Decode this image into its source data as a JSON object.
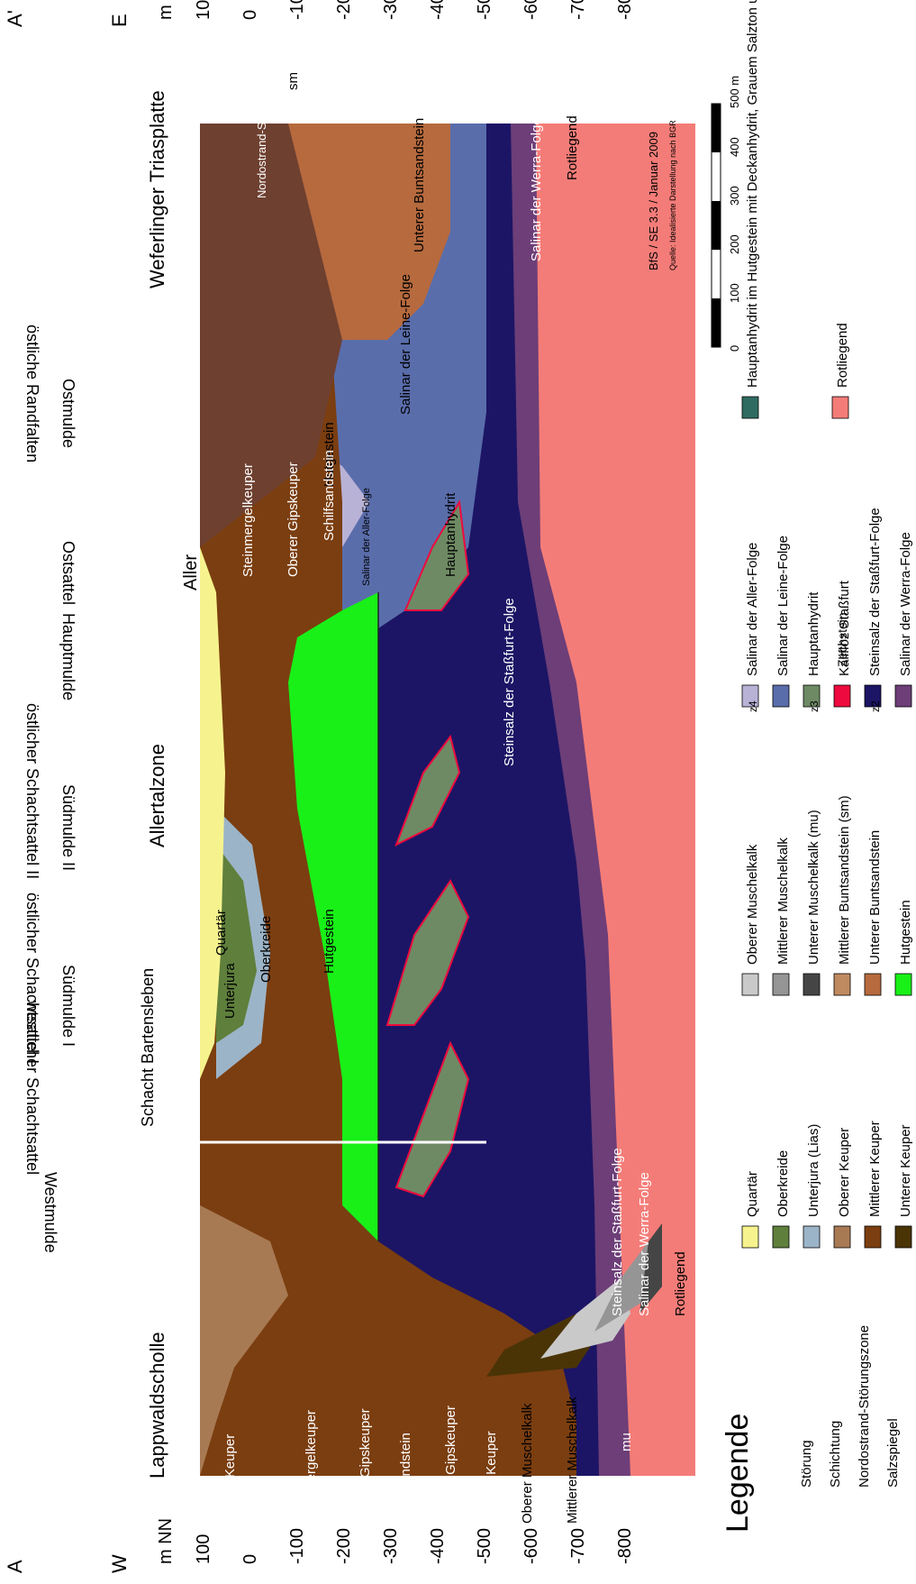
{
  "section": {
    "west": {
      "letter": "A",
      "dir": "W"
    },
    "east": {
      "letter": "A'",
      "dir": "E"
    },
    "axis_unit": "m NN",
    "depth_ticks": [
      "100",
      "0",
      "-100",
      "-200",
      "-300",
      "-400",
      "-500",
      "-600",
      "-700",
      "-800"
    ]
  },
  "regions": {
    "lappwald": "Lappwaldscholle",
    "allertal": "Allertalzone",
    "weferlingen": "Weferlinger Triasplatte",
    "aller": "Aller",
    "schacht": "Schacht Bartensleben"
  },
  "top_labels": {
    "westmulde": "Westmulde",
    "w_schachtsattel": "westlicher Schachtsattel",
    "suedmulde1": "Südmulde I",
    "oe_schachtsattel1": "östlicher Schachtsattel I",
    "suedmulde2": "Südmulde II",
    "oe_schachtsattel2": "östlicher Schachtsattel II",
    "hauptmulde": "Hauptmulde",
    "ostsattel": "Ostsattel",
    "ostmulde": "Ostmulde",
    "randfalten": "östliche Randfalten"
  },
  "units": {
    "oberer_keuper": "Oberer Keuper",
    "steinmergelkeuper": "Steinmergelkeuper",
    "oberer_gipskeuper": "Oberer Gipskeuper",
    "schilfsandstein": "Schilfsandstein",
    "unterer_gipskeuper": "Unterer Gipskeuper",
    "unterer_keuper": "Unterer Keuper",
    "oberer_muschelkalk": "Oberer Muschelkalk",
    "mittlerer_muschelkalk": "Mittlerer Muschelkalk",
    "mu": "mu",
    "steinsalz_stassfurt": "Steinsalz der Staßfurt-Folge",
    "salinar_werra": "Salinar der Werra-Folge",
    "rotliegend": "Rotliegend",
    "unterjura": "Unterjura",
    "oberkreide": "Oberkreide",
    "quartaer": "Quartär",
    "hutgestein": "Hutgestein",
    "hauptanhydrit": "Hauptanhydrit",
    "hauptanhydrit_small": "Hauptanhydrit im Hutgestein",
    "salinar_aller": "Salinar der Aller-Folge",
    "salinar_leine": "Salinar der Leine-Folge",
    "unterer_buntsandstein": "Unterer Buntsandstein",
    "sm": "sm",
    "stoerungszone": "Nordostrand-Störungszone Mittlerer Keuper bis Unterer Muschelkalk"
  },
  "credit": {
    "line1": "BfS / SE 3.3 / Januar 2009",
    "line2": "Quelle: Idealisierte Darstellung nach BGR"
  },
  "scalebar": {
    "ticks": [
      "0",
      "100",
      "200",
      "300",
      "400",
      "500 m"
    ]
  },
  "legend": {
    "title": "Legende",
    "line_items": [
      "Störung",
      "Schichtung",
      "Nordostrand-Störungszone",
      "Salzspiegel"
    ],
    "col1": [
      {
        "label": "Quartär",
        "color": "#f6f38e"
      },
      {
        "label": "Oberkreide",
        "color": "#5f7f3c"
      },
      {
        "label": "Unterjura (Lias)",
        "color": "#9cb4c8"
      },
      {
        "label": "Oberer Keuper",
        "color": "#a87a54"
      },
      {
        "label": "Mittlerer Keuper",
        "color": "#7b3e10"
      },
      {
        "label": "Unterer Keuper",
        "color": "#4a3406"
      }
    ],
    "col2": [
      {
        "label": "Oberer Muschelkalk",
        "color": "#c9c9c9"
      },
      {
        "label": "Mittlerer Muschelkalk",
        "color": "#959595"
      },
      {
        "label": "Unterer Muschelkalk (mu)",
        "color": "#454545"
      },
      {
        "label": "Mittlerer Buntsandstein (sm)",
        "color": "#c08a60"
      },
      {
        "label": "Unterer Buntsandstein",
        "color": "#b66a3e"
      },
      {
        "label": "Hutgestein",
        "color": "#18f018"
      }
    ],
    "col3": [
      {
        "label": "Salinar der Aller-Folge",
        "color": "#b8b2d6"
      },
      {
        "label": "Salinar der Leine-Folge",
        "color": "#5a6dab"
      },
      {
        "label": "Hauptanhydrit",
        "color": "#6e8a64"
      },
      {
        "label": "Kaliflöz Staßfurt",
        "color": "#ee0a3e"
      },
      {
        "label": "Steinsalz der Staßfurt-Folge",
        "color": "#1c1565"
      },
      {
        "label": "Salinar der Werra-Folge",
        "color": "#6d3e78"
      }
    ],
    "zechstein": "Zechstein",
    "z_labels": [
      "z4",
      "z3",
      "z2",
      "z1"
    ],
    "col4": [
      {
        "label": "Hauptanhydrit im Hutgestein mit Deckanhydrit, Grauem Salzton und Leine-Karbonat",
        "color": "#2f6b60"
      },
      {
        "label": "Rotliegend",
        "color": "#f47c78"
      }
    ]
  }
}
